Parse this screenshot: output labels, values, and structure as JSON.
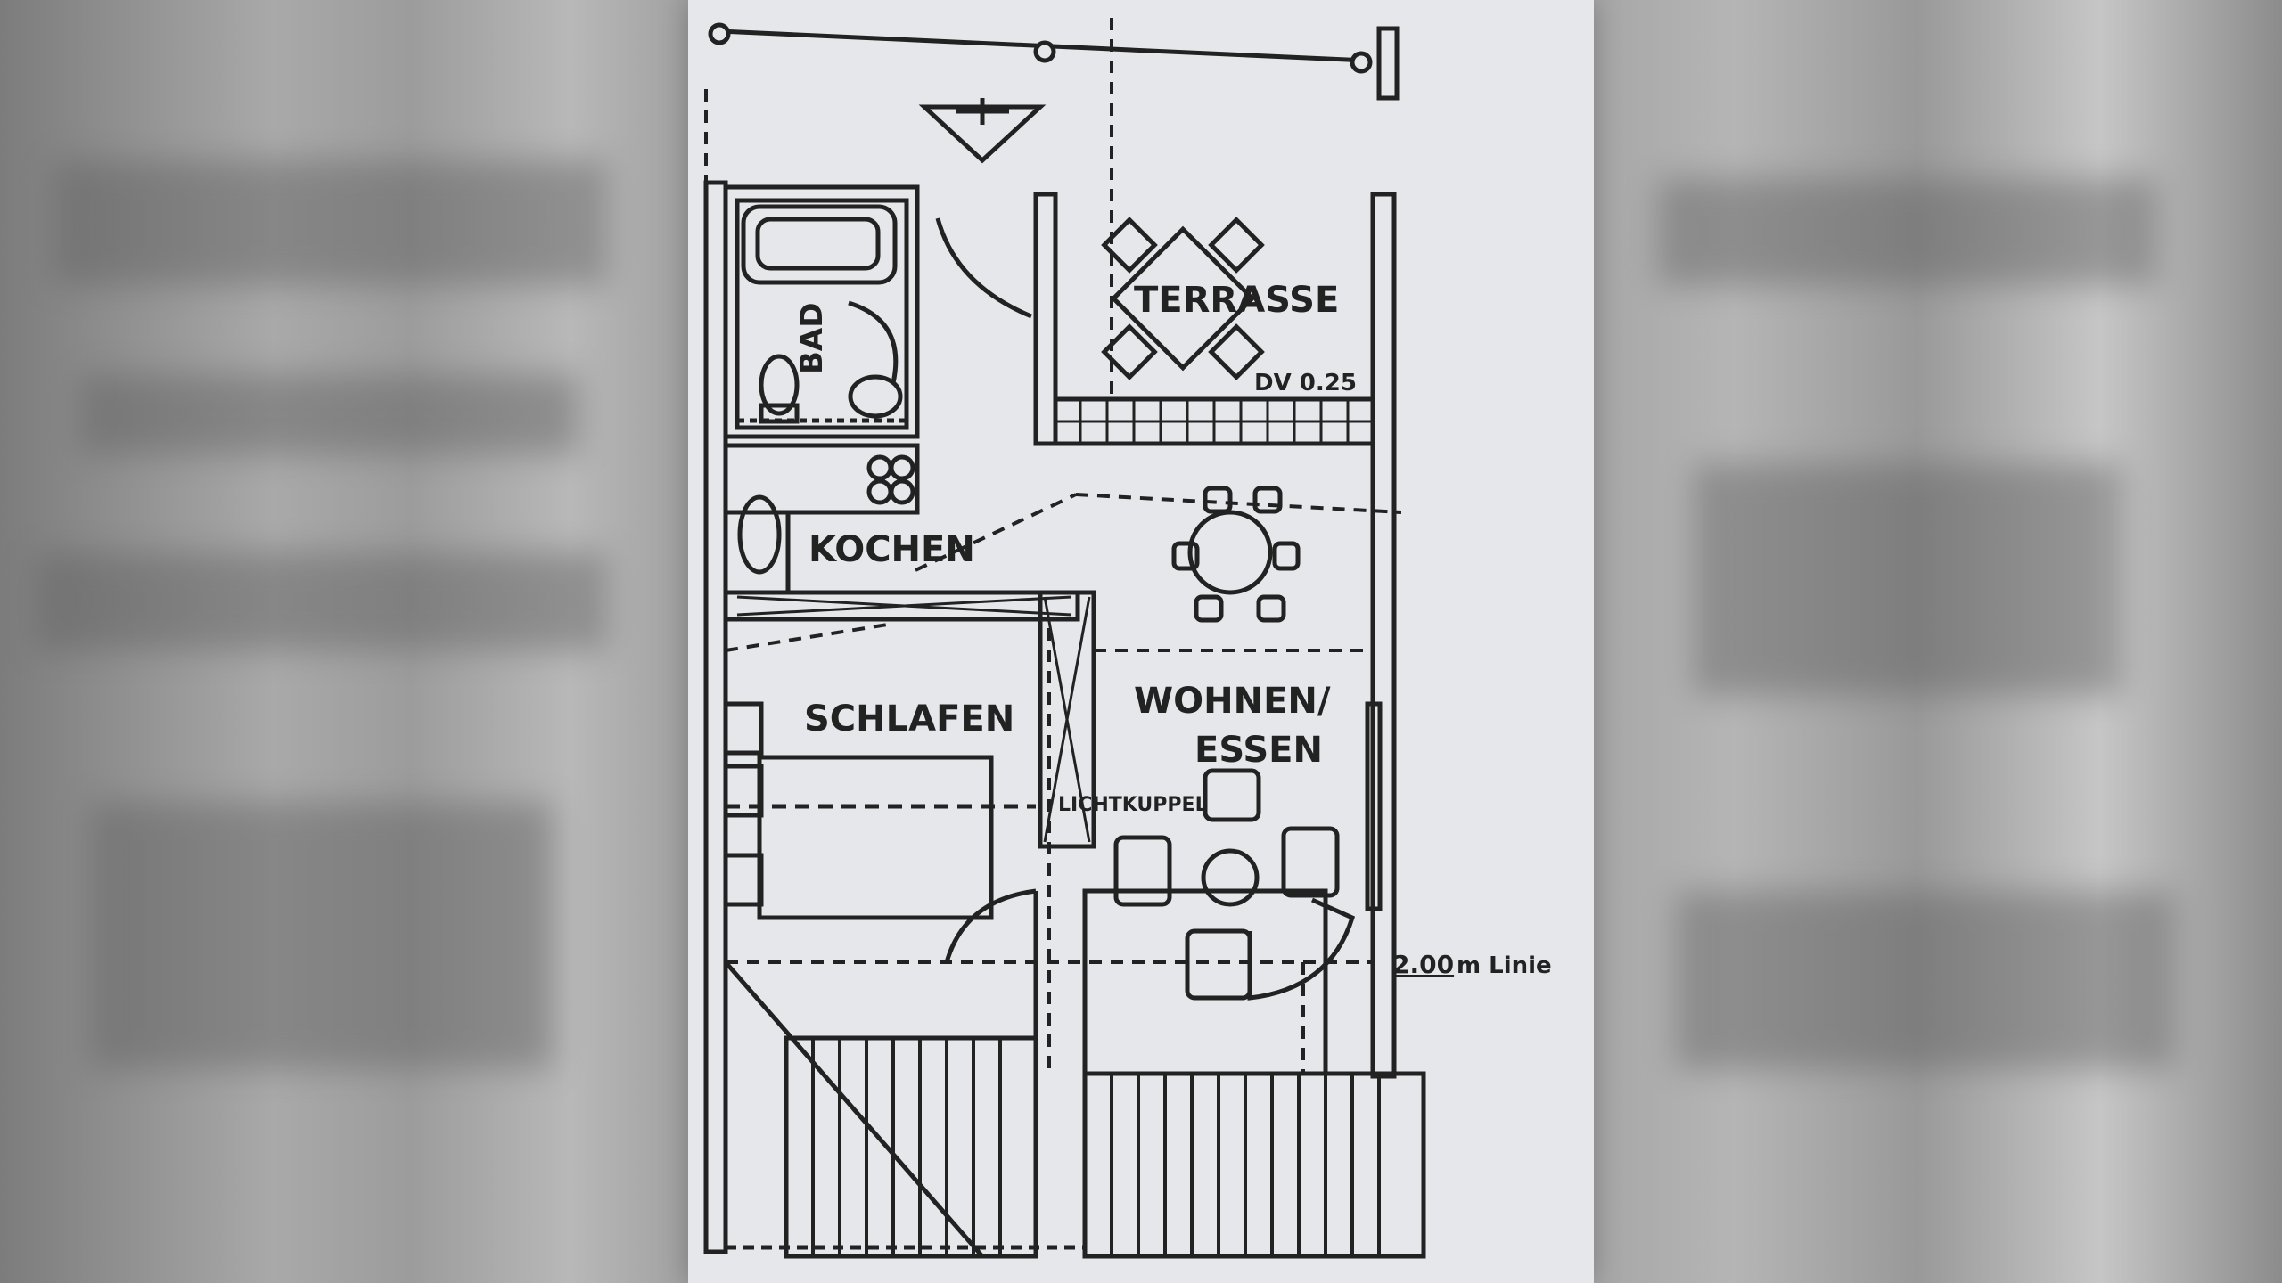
{
  "plan": {
    "rooms": {
      "bad": "BAD",
      "terrasse": "TERRASSE",
      "kochen": "KOCHEN",
      "schlafen": "SCHLAFEN",
      "wohnen": "WOHNEN/",
      "essen": "ESSEN"
    },
    "annotations": {
      "dv": "DV 0.25",
      "lichtkuppel": "LICHTKUPPEL",
      "linie_value": "2.00",
      "linie_unit": "m Linie"
    }
  },
  "colors": {
    "paper": "#e6e7ea",
    "ink": "#222222",
    "backdrop": "#9c9c9c"
  }
}
